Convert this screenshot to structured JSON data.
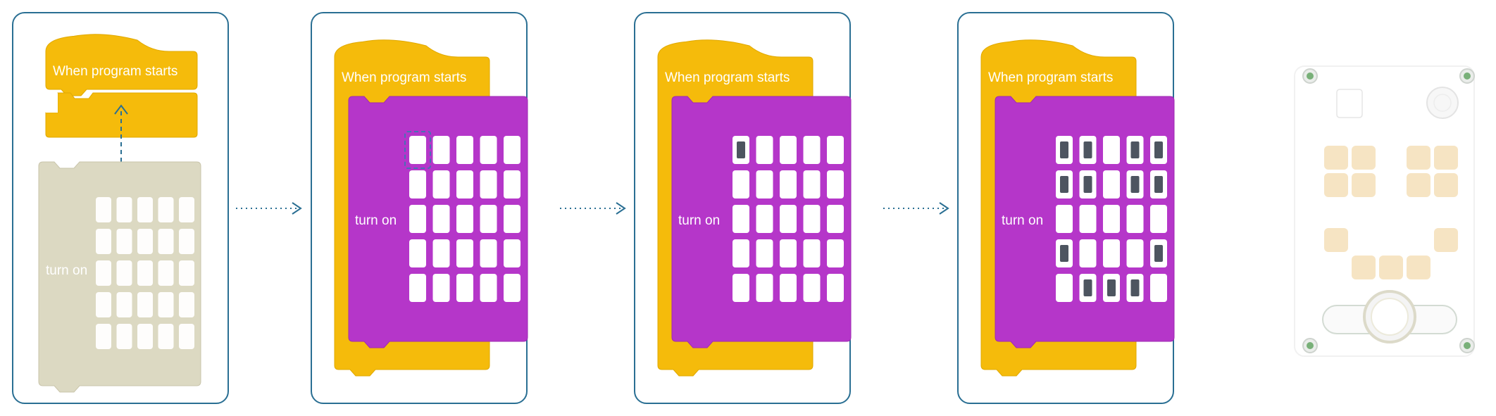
{
  "steps": [
    {
      "id": "step-1",
      "hat_label": "When program starts",
      "block_label": "turn on",
      "state": "detached-ghost",
      "lit": [
        [
          0,
          0,
          0,
          0,
          0
        ],
        [
          0,
          0,
          0,
          0,
          0
        ],
        [
          0,
          0,
          0,
          0,
          0
        ],
        [
          0,
          0,
          0,
          0,
          0
        ],
        [
          0,
          0,
          0,
          0,
          0
        ]
      ]
    },
    {
      "id": "step-2",
      "hat_label": "When program starts",
      "block_label": "turn on",
      "state": "attached",
      "selected_cell": [
        0,
        0
      ],
      "lit": [
        [
          0,
          0,
          0,
          0,
          0
        ],
        [
          0,
          0,
          0,
          0,
          0
        ],
        [
          0,
          0,
          0,
          0,
          0
        ],
        [
          0,
          0,
          0,
          0,
          0
        ],
        [
          0,
          0,
          0,
          0,
          0
        ]
      ]
    },
    {
      "id": "step-3",
      "hat_label": "When program starts",
      "block_label": "turn on",
      "state": "attached",
      "lit": [
        [
          1,
          0,
          0,
          0,
          0
        ],
        [
          0,
          0,
          0,
          0,
          0
        ],
        [
          0,
          0,
          0,
          0,
          0
        ],
        [
          0,
          0,
          0,
          0,
          0
        ],
        [
          0,
          0,
          0,
          0,
          0
        ]
      ]
    },
    {
      "id": "step-4",
      "hat_label": "When program starts",
      "block_label": "turn on",
      "state": "attached",
      "lit": [
        [
          1,
          1,
          0,
          1,
          1
        ],
        [
          1,
          1,
          0,
          1,
          1
        ],
        [
          0,
          0,
          0,
          0,
          0
        ],
        [
          1,
          0,
          0,
          0,
          1
        ],
        [
          0,
          1,
          1,
          1,
          0
        ]
      ]
    }
  ],
  "colors": {
    "panel_border": "#2a6f93",
    "hat_yellow": "#f5bb0b",
    "hat_stroke": "#e0a800",
    "block_purple": "#b536c9",
    "block_stroke": "#9e2ab2",
    "ghost_fill": "#dcd9c2",
    "cell_white": "#ffffff",
    "lit_gray": "#4d5560",
    "selection_dash": "#4a6fb5",
    "arrow": "#2a6f93",
    "device_pad": "#f6e2bd"
  },
  "device": {
    "name": "hub device",
    "face_lit": [
      [
        1,
        1,
        0,
        1,
        1
      ],
      [
        1,
        1,
        0,
        1,
        1
      ],
      [
        0,
        0,
        0,
        0,
        0
      ],
      [
        1,
        0,
        0,
        0,
        1
      ],
      [
        0,
        1,
        1,
        1,
        0
      ]
    ]
  }
}
